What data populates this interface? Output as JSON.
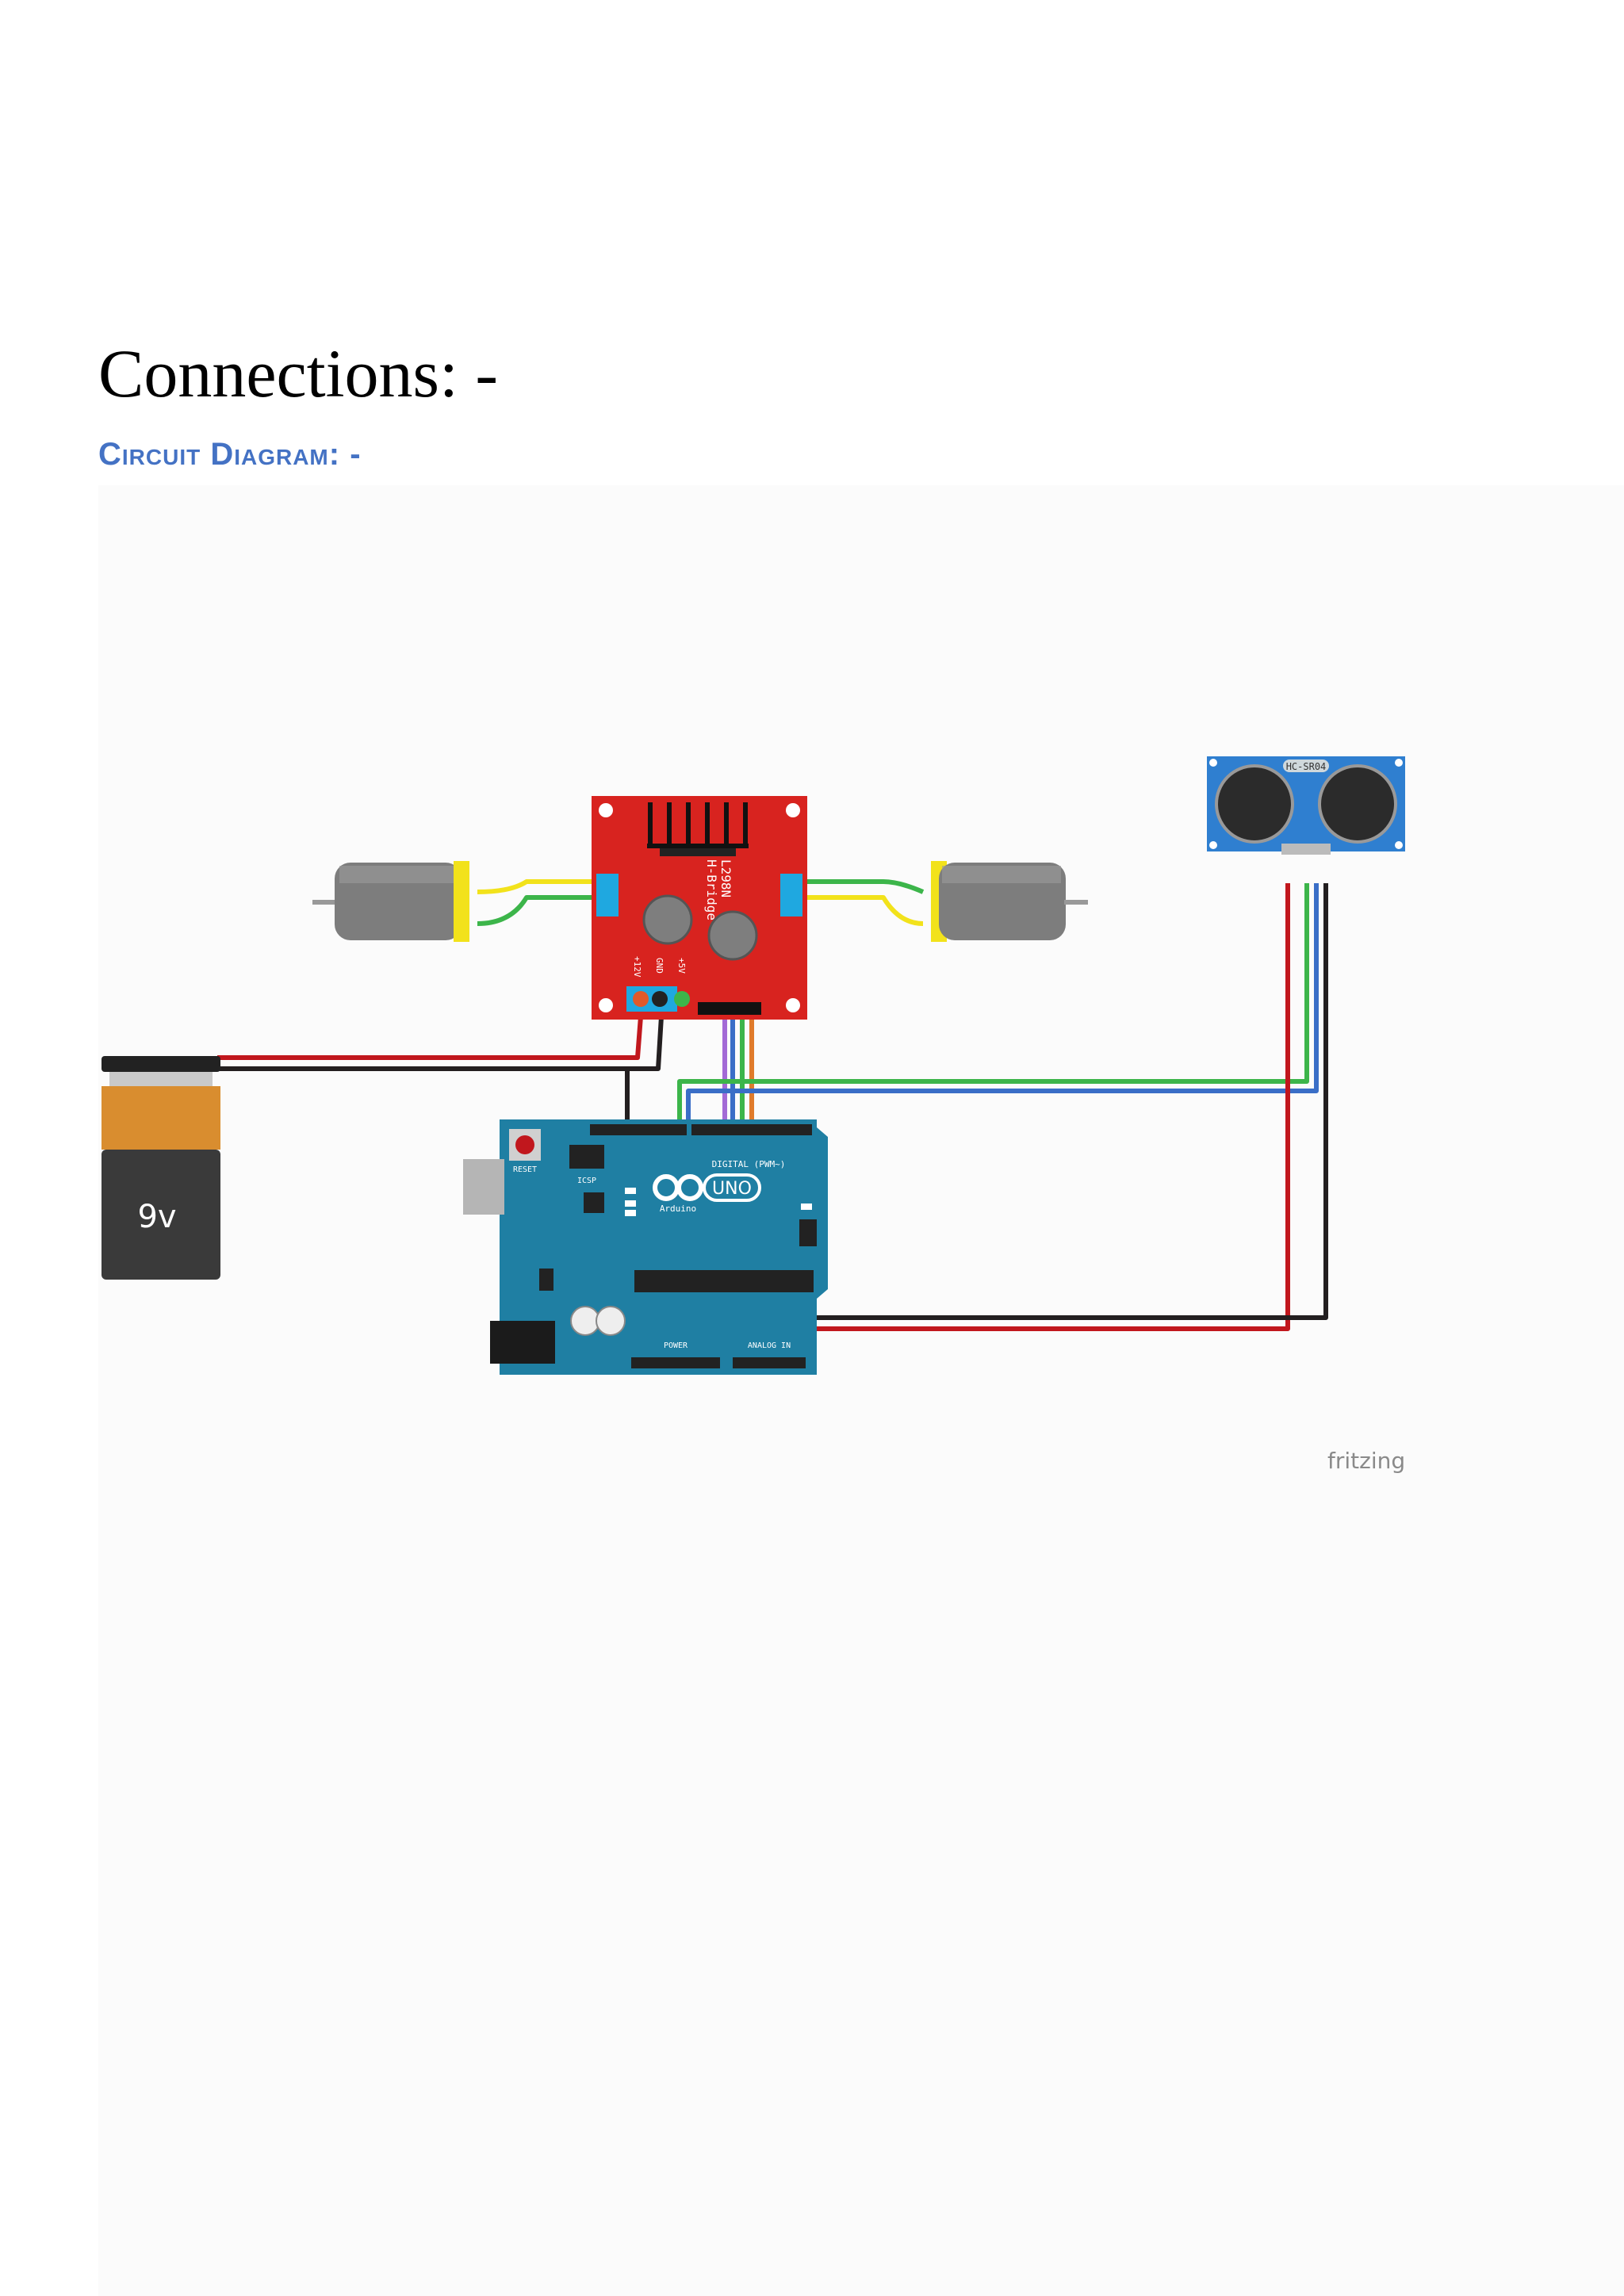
{
  "page": {
    "heading": "Connections: -",
    "subheading": "Circuit Diagram: -"
  },
  "diagram": {
    "battery_label": "9v",
    "hbridge_label_line1": "L298N",
    "hbridge_label_line2": "H-Bridge",
    "hbridge_pin_12v": "+12V",
    "hbridge_pin_gnd": "GND",
    "hbridge_pin_5v": "+5V",
    "arduino_brand": "Arduino",
    "arduino_model": "UNO",
    "arduino_reset": "RESET",
    "arduino_icsp": "ICSP",
    "arduino_digital": "DIGITAL (PWM~)",
    "arduino_power": "POWER",
    "arduino_analog": "ANALOG IN",
    "sensor_label": "HC-SR04",
    "fritzing": "fritzing",
    "colors": {
      "heading": "#000000",
      "subheading": "#4472c4",
      "wire_red": "#c1171d",
      "wire_black": "#231f20",
      "wire_green": "#3cb54a",
      "wire_blue": "#3a6ec7",
      "wire_yellow": "#f2e21b",
      "wire_purple": "#a36ad6",
      "wire_orange": "#e07b2b",
      "hbridge_red": "#d8231f",
      "arduino_teal": "#1f7fa3",
      "sensor_blue": "#2f7fd0"
    }
  }
}
